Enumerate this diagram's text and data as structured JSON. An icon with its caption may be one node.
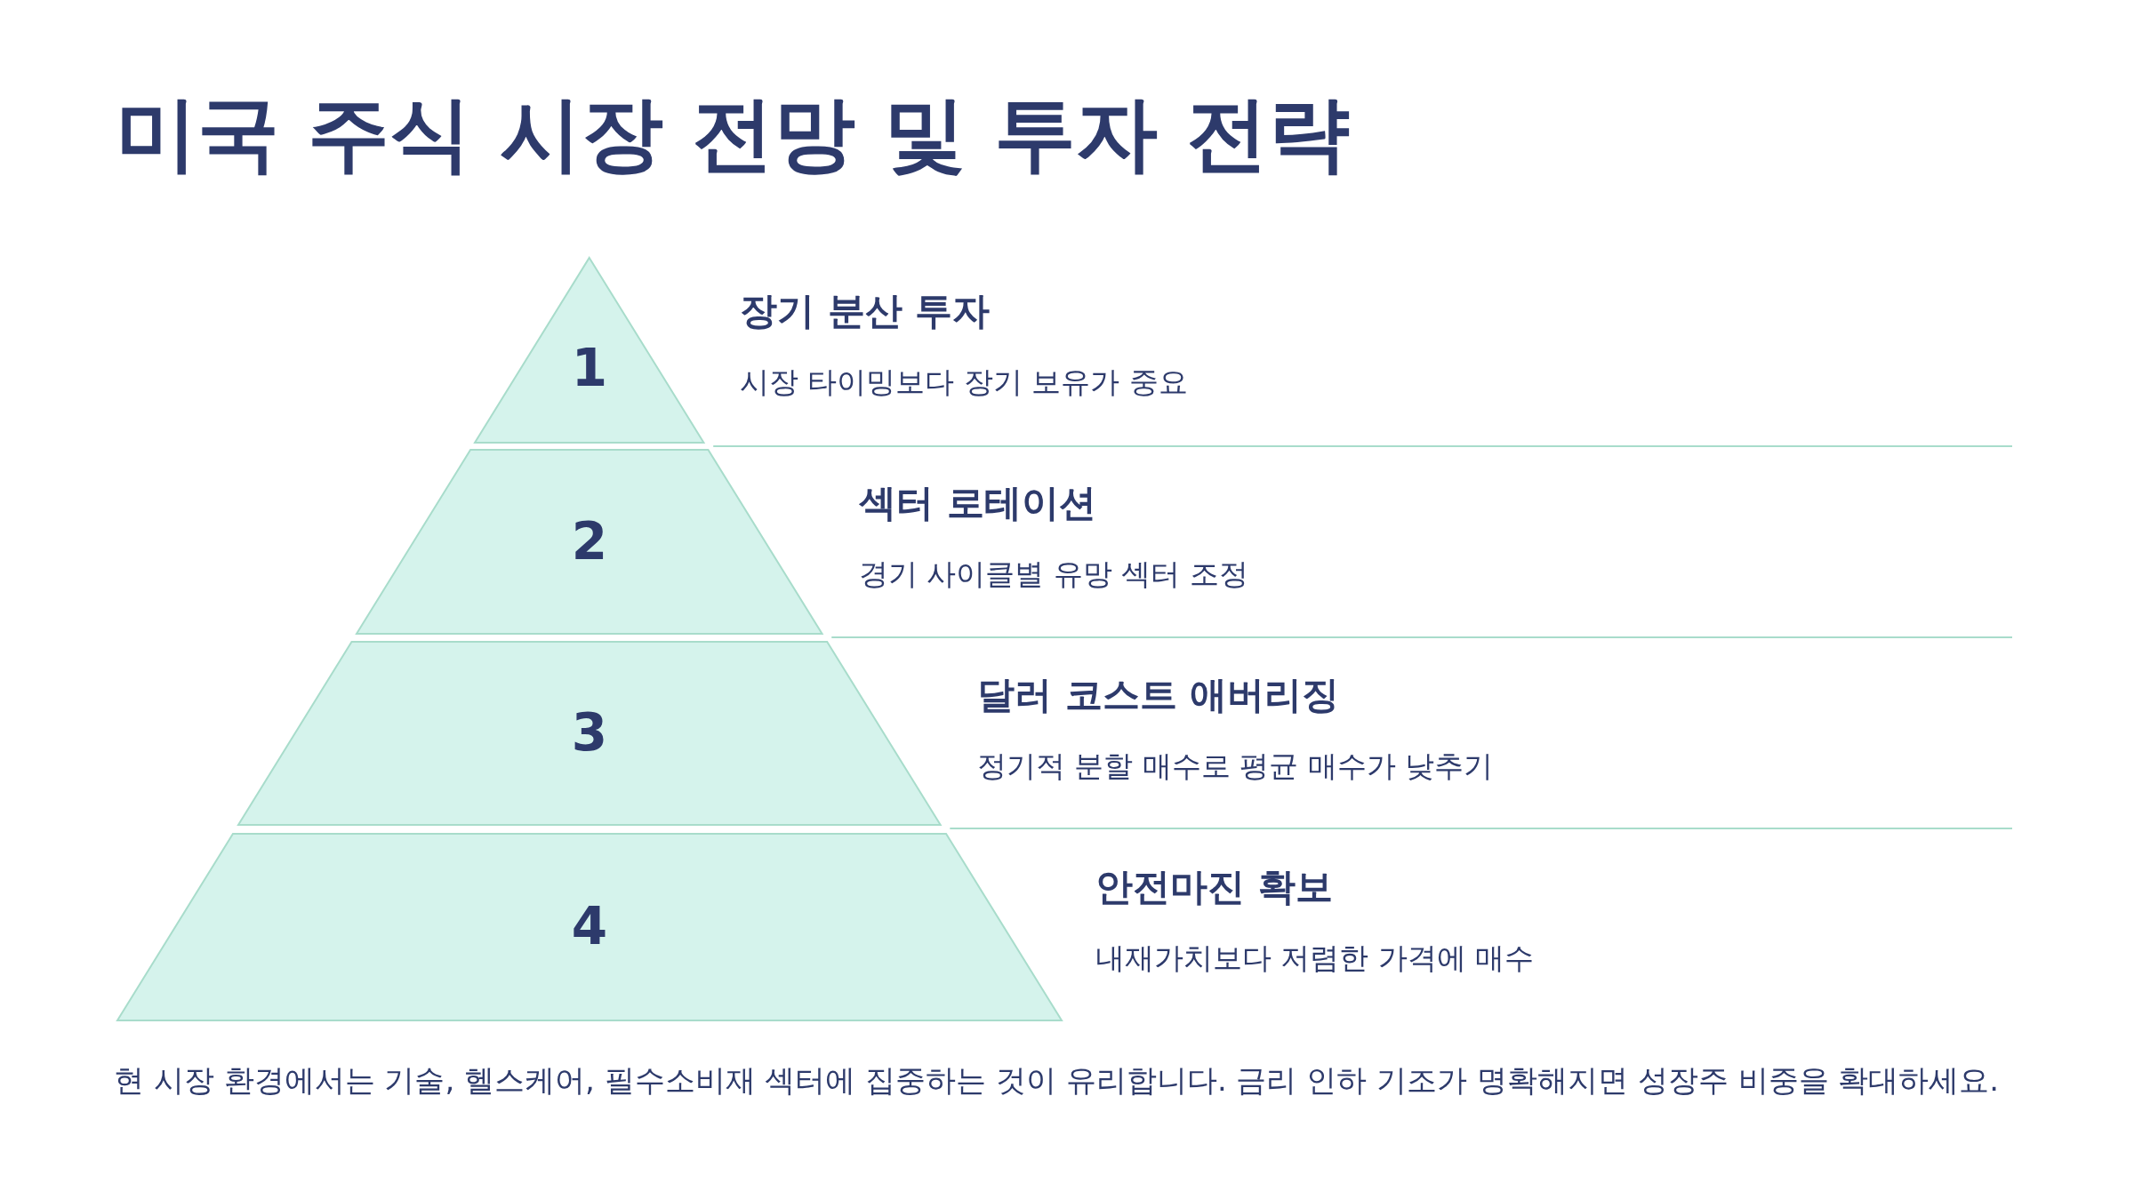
{
  "diagram": {
    "title": "미국 주식 시장 전망 및 투자 전략",
    "nodes": [
      {
        "text": [
          "1"
        ],
        "beside": [
          "장기 분산 투자",
          "시장 타이밍보다 장기 보유가 중요"
        ]
      },
      {
        "text": [
          "2"
        ],
        "beside": [
          "섹터 로테이션",
          "경기 사이클별 유망 섹터 조정"
        ]
      },
      {
        "text": [
          "3"
        ],
        "beside": [
          "달러 코스트 애버리징",
          "정기적 분할 매수로 평균 매수가 낮추기"
        ]
      },
      {
        "text": [
          "4"
        ],
        "beside": [
          "안전마진 확보",
          "내재가치보다 저렴한 가격에 매수"
        ]
      }
    ],
    "caption": "현 시장 환경에서는 기술, 헬스케어, 필수소비재 섹터에 집중하는 것이 유리합니다. 금리 인하 기조가 명확해지면 성장주 비중을 확대하세요."
  }
}
